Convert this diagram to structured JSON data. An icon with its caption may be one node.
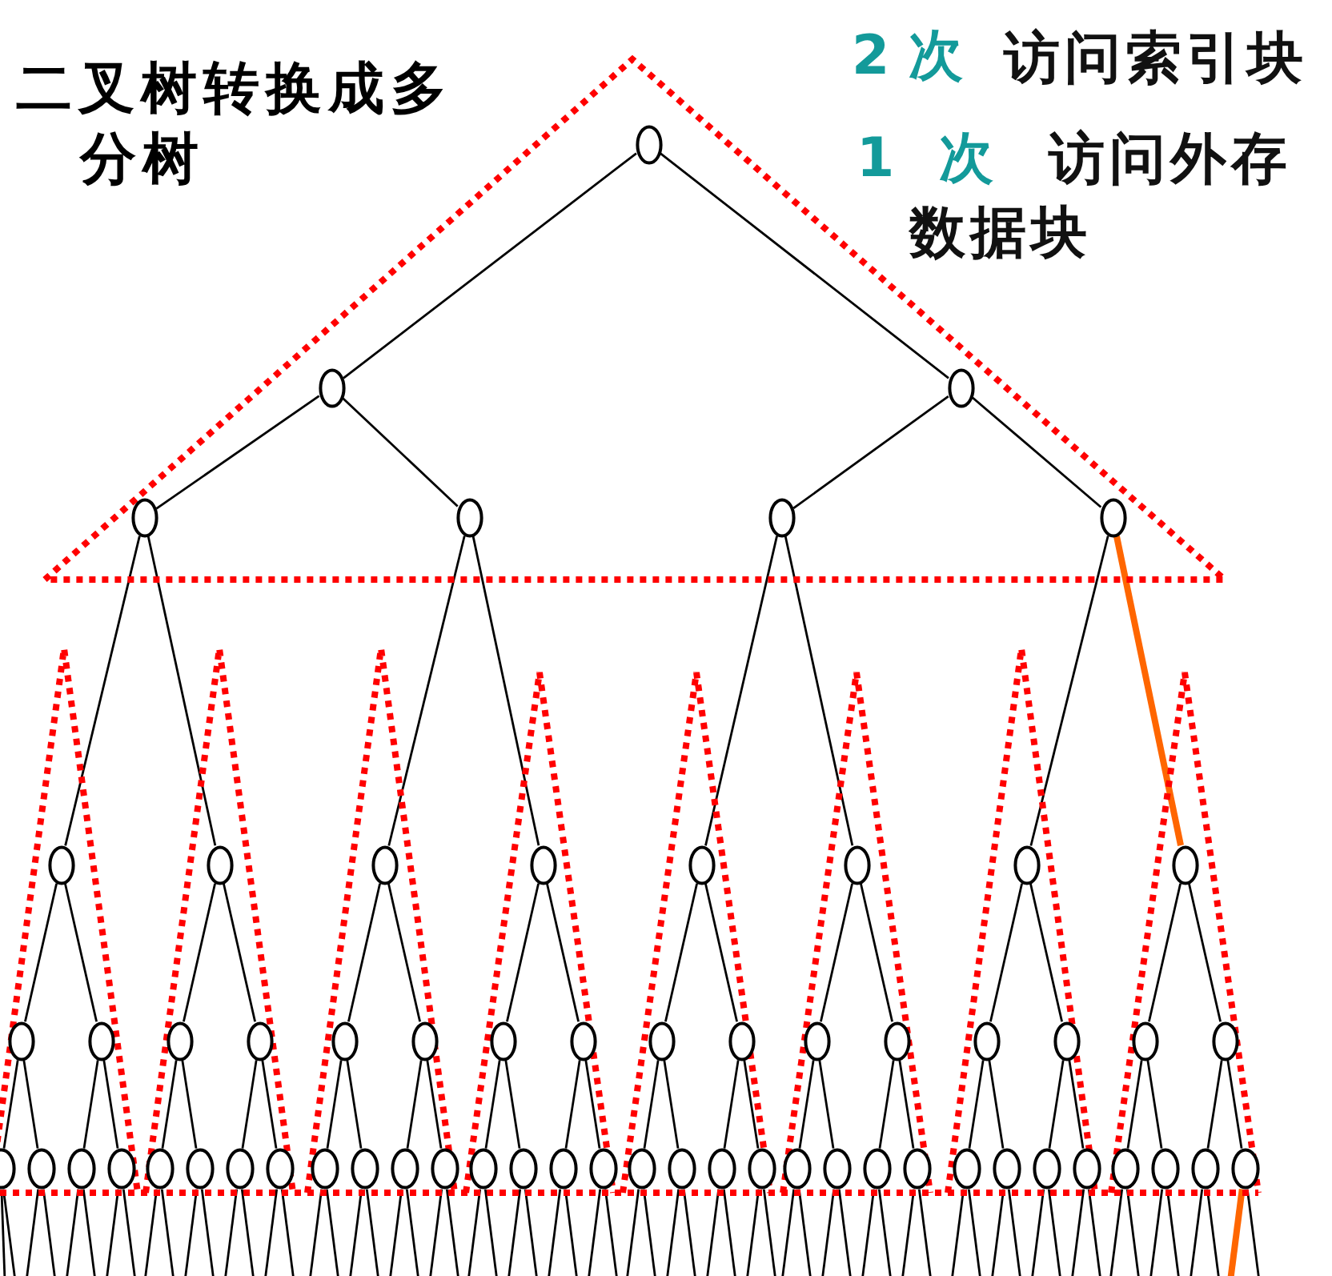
{
  "diagram": {
    "title": "二叉树转换成多分树",
    "nodes": [
      {
        "text": [],
        "shape": "circle"
      },
      {
        "text": [],
        "shape": "circle"
      },
      {
        "text": [],
        "shape": "circle"
      },
      {
        "text": [],
        "shape": "circle"
      },
      {
        "text": [],
        "shape": "circle"
      },
      {
        "text": [],
        "shape": "circle"
      },
      {
        "text": [],
        "shape": "circle"
      },
      {
        "text": [],
        "shape": "circle"
      },
      {
        "text": [],
        "shape": "circle"
      },
      {
        "text": [],
        "shape": "circle"
      },
      {
        "text": [],
        "shape": "circle"
      },
      {
        "text": [],
        "shape": "circle"
      },
      {
        "text": [],
        "shape": "circle"
      },
      {
        "text": [],
        "shape": "circle"
      },
      {
        "text": [],
        "shape": "circle"
      },
      {
        "text": [],
        "shape": "circle"
      },
      {
        "text": [],
        "shape": "circle"
      },
      {
        "text": [],
        "shape": "circle"
      },
      {
        "text": [],
        "shape": "circle"
      },
      {
        "text": [],
        "shape": "circle"
      },
      {
        "text": [],
        "shape": "circle"
      },
      {
        "text": [],
        "shape": "circle"
      },
      {
        "text": [],
        "shape": "circle"
      },
      {
        "text": [],
        "shape": "circle"
      },
      {
        "text": [],
        "shape": "circle"
      },
      {
        "text": [],
        "shape": "circle"
      },
      {
        "text": [],
        "shape": "circle"
      },
      {
        "text": [],
        "shape": "circle"
      },
      {
        "text": [],
        "shape": "circle"
      },
      {
        "text": [],
        "shape": "circle"
      },
      {
        "text": [],
        "shape": "circle"
      },
      {
        "text": [],
        "shape": "circle"
      },
      {
        "text": [],
        "shape": "circle"
      },
      {
        "text": [],
        "shape": "circle"
      },
      {
        "text": [],
        "shape": "circle"
      },
      {
        "text": [],
        "shape": "circle"
      },
      {
        "text": [],
        "shape": "circle"
      },
      {
        "text": [],
        "shape": "circle"
      },
      {
        "text": [],
        "shape": "circle"
      },
      {
        "text": [],
        "shape": "circle"
      },
      {
        "text": [],
        "shape": "circle"
      },
      {
        "text": [],
        "shape": "circle"
      },
      {
        "text": [],
        "shape": "circle"
      },
      {
        "text": [],
        "shape": "circle"
      },
      {
        "text": [],
        "shape": "circle"
      },
      {
        "text": [],
        "shape": "circle"
      },
      {
        "text": [],
        "shape": "circle"
      },
      {
        "text": [],
        "shape": "circle"
      },
      {
        "text": [],
        "shape": "circle"
      },
      {
        "text": [],
        "shape": "circle"
      },
      {
        "text": [],
        "shape": "circle"
      },
      {
        "text": [],
        "shape": "circle"
      },
      {
        "text": [],
        "shape": "circle"
      },
      {
        "text": [],
        "shape": "circle"
      },
      {
        "text": [],
        "shape": "circle"
      },
      {
        "text": [],
        "shape": "circle"
      },
      {
        "text": [],
        "shape": "circle"
      },
      {
        "text": [],
        "shape": "circle"
      },
      {
        "text": [],
        "shape": "circle"
      },
      {
        "text": [],
        "shape": "circle"
      },
      {
        "text": [],
        "shape": "circle"
      },
      {
        "text": [],
        "shape": "circle"
      },
      {
        "text": [],
        "shape": "circle"
      }
    ],
    "edges": [
      {
        "from": 0,
        "to": 1,
        "arrow": "none"
      },
      {
        "from": 0,
        "to": 2,
        "arrow": "none"
      },
      {
        "from": 1,
        "to": 3,
        "arrow": "none"
      },
      {
        "from": 1,
        "to": 4,
        "arrow": "none"
      },
      {
        "from": 2,
        "to": 5,
        "arrow": "none"
      },
      {
        "from": 2,
        "to": 6,
        "arrow": "none"
      },
      {
        "from": 3,
        "to": 7,
        "arrow": "none"
      },
      {
        "from": 3,
        "to": 8,
        "arrow": "none"
      },
      {
        "from": 4,
        "to": 9,
        "arrow": "none"
      },
      {
        "from": 4,
        "to": 10,
        "arrow": "none"
      },
      {
        "from": 5,
        "to": 11,
        "arrow": "none"
      },
      {
        "from": 5,
        "to": 12,
        "arrow": "none"
      },
      {
        "from": 6,
        "to": 13,
        "arrow": "none"
      },
      {
        "from": 6,
        "to": 14,
        "arrow": "none",
        "style": "thick",
        "color": "#ff6600"
      },
      {
        "from": 7,
        "to": 15,
        "arrow": "none"
      },
      {
        "from": 7,
        "to": 16,
        "arrow": "none"
      },
      {
        "from": 8,
        "to": 17,
        "arrow": "none"
      },
      {
        "from": 8,
        "to": 18,
        "arrow": "none"
      },
      {
        "from": 9,
        "to": 19,
        "arrow": "none"
      },
      {
        "from": 9,
        "to": 20,
        "arrow": "none"
      },
      {
        "from": 10,
        "to": 21,
        "arrow": "none"
      },
      {
        "from": 10,
        "to": 22,
        "arrow": "none"
      },
      {
        "from": 11,
        "to": 23,
        "arrow": "none"
      },
      {
        "from": 11,
        "to": 24,
        "arrow": "none"
      },
      {
        "from": 12,
        "to": 25,
        "arrow": "none"
      },
      {
        "from": 12,
        "to": 26,
        "arrow": "none"
      },
      {
        "from": 13,
        "to": 27,
        "arrow": "none"
      },
      {
        "from": 13,
        "to": 28,
        "arrow": "none"
      },
      {
        "from": 14,
        "to": 29,
        "arrow": "none"
      },
      {
        "from": 14,
        "to": 30,
        "arrow": "none"
      },
      {
        "from": 15,
        "to": 31,
        "arrow": "none"
      },
      {
        "from": 15,
        "to": 32,
        "arrow": "none"
      },
      {
        "from": 16,
        "to": 33,
        "arrow": "none"
      },
      {
        "from": 16,
        "to": 34,
        "arrow": "none"
      },
      {
        "from": 17,
        "to": 35,
        "arrow": "none"
      },
      {
        "from": 17,
        "to": 36,
        "arrow": "none"
      },
      {
        "from": 18,
        "to": 37,
        "arrow": "none"
      },
      {
        "from": 18,
        "to": 38,
        "arrow": "none"
      },
      {
        "from": 19,
        "to": 39,
        "arrow": "none"
      },
      {
        "from": 19,
        "to": 40,
        "arrow": "none"
      },
      {
        "from": 20,
        "to": 41,
        "arrow": "none"
      },
      {
        "from": 20,
        "to": 42,
        "arrow": "none"
      },
      {
        "from": 21,
        "to": 43,
        "arrow": "none"
      },
      {
        "from": 21,
        "to": 44,
        "arrow": "none"
      },
      {
        "from": 22,
        "to": 45,
        "arrow": "none"
      },
      {
        "from": 22,
        "to": 46,
        "arrow": "none"
      },
      {
        "from": 23,
        "to": 47,
        "arrow": "none"
      },
      {
        "from": 23,
        "to": 48,
        "arrow": "none"
      },
      {
        "from": 24,
        "to": 49,
        "arrow": "none"
      },
      {
        "from": 24,
        "to": 50,
        "arrow": "none"
      },
      {
        "from": 25,
        "to": 51,
        "arrow": "none"
      },
      {
        "from": 25,
        "to": 52,
        "arrow": "none"
      },
      {
        "from": 26,
        "to": 53,
        "arrow": "none"
      },
      {
        "from": 26,
        "to": 54,
        "arrow": "none"
      },
      {
        "from": 27,
        "to": 55,
        "arrow": "none"
      },
      {
        "from": 27,
        "to": 56,
        "arrow": "none"
      },
      {
        "from": 28,
        "to": 57,
        "arrow": "none"
      },
      {
        "from": 28,
        "to": 58,
        "arrow": "none"
      },
      {
        "from": 29,
        "to": 59,
        "arrow": "none"
      },
      {
        "from": 29,
        "to": 60,
        "arrow": "none"
      },
      {
        "from": 30,
        "to": 61,
        "arrow": "none"
      },
      {
        "from": 30,
        "to": 62,
        "arrow": "none"
      },
      {
        "from": 31,
        "to": null,
        "arrow": "none"
      },
      {
        "from": 31,
        "to": null,
        "arrow": "none"
      },
      {
        "from": 32,
        "to": null,
        "arrow": "none"
      },
      {
        "from": 32,
        "to": null,
        "arrow": "none"
      },
      {
        "from": 33,
        "to": null,
        "arrow": "none"
      },
      {
        "from": 33,
        "to": null,
        "arrow": "none"
      },
      {
        "from": 34,
        "to": null,
        "arrow": "none"
      },
      {
        "from": 34,
        "to": null,
        "arrow": "none"
      },
      {
        "from": 35,
        "to": null,
        "arrow": "none"
      },
      {
        "from": 35,
        "to": null,
        "arrow": "none"
      },
      {
        "from": 36,
        "to": null,
        "arrow": "none"
      },
      {
        "from": 36,
        "to": null,
        "arrow": "none"
      },
      {
        "from": 37,
        "to": null,
        "arrow": "none"
      },
      {
        "from": 37,
        "to": null,
        "arrow": "none"
      },
      {
        "from": 38,
        "to": null,
        "arrow": "none"
      },
      {
        "from": 38,
        "to": null,
        "arrow": "none"
      },
      {
        "from": 39,
        "to": null,
        "arrow": "none"
      },
      {
        "from": 39,
        "to": null,
        "arrow": "none"
      },
      {
        "from": 40,
        "to": null,
        "arrow": "none"
      },
      {
        "from": 40,
        "to": null,
        "arrow": "none"
      },
      {
        "from": 41,
        "to": null,
        "arrow": "none"
      },
      {
        "from": 41,
        "to": null,
        "arrow": "none"
      },
      {
        "from": 42,
        "to": null,
        "arrow": "none"
      },
      {
        "from": 42,
        "to": null,
        "arrow": "none"
      },
      {
        "from": 43,
        "to": null,
        "arrow": "none"
      },
      {
        "from": 43,
        "to": null,
        "arrow": "none"
      },
      {
        "from": 44,
        "to": null,
        "arrow": "none"
      },
      {
        "from": 44,
        "to": null,
        "arrow": "none"
      },
      {
        "from": 45,
        "to": null,
        "arrow": "none"
      },
      {
        "from": 45,
        "to": null,
        "arrow": "none"
      },
      {
        "from": 46,
        "to": null,
        "arrow": "none"
      },
      {
        "from": 46,
        "to": null,
        "arrow": "none"
      },
      {
        "from": 47,
        "to": null,
        "arrow": "none"
      },
      {
        "from": 47,
        "to": null,
        "arrow": "none"
      },
      {
        "from": 48,
        "to": null,
        "arrow": "none"
      },
      {
        "from": 48,
        "to": null,
        "arrow": "none"
      },
      {
        "from": 49,
        "to": null,
        "arrow": "none"
      },
      {
        "from": 49,
        "to": null,
        "arrow": "none"
      },
      {
        "from": 50,
        "to": null,
        "arrow": "none"
      },
      {
        "from": 50,
        "to": null,
        "arrow": "none"
      },
      {
        "from": 51,
        "to": null,
        "arrow": "none"
      },
      {
        "from": 51,
        "to": null,
        "arrow": "none"
      },
      {
        "from": 52,
        "to": null,
        "arrow": "none"
      },
      {
        "from": 52,
        "to": null,
        "arrow": "none"
      },
      {
        "from": 53,
        "to": null,
        "arrow": "none"
      },
      {
        "from": 53,
        "to": null,
        "arrow": "none"
      },
      {
        "from": 54,
        "to": null,
        "arrow": "none"
      },
      {
        "from": 54,
        "to": null,
        "arrow": "none"
      },
      {
        "from": 55,
        "to": null,
        "arrow": "none"
      },
      {
        "from": 55,
        "to": null,
        "arrow": "none"
      },
      {
        "from": 56,
        "to": null,
        "arrow": "none"
      },
      {
        "from": 56,
        "to": null,
        "arrow": "none"
      },
      {
        "from": 57,
        "to": null,
        "arrow": "none"
      },
      {
        "from": 57,
        "to": null,
        "arrow": "none"
      },
      {
        "from": 58,
        "to": null,
        "arrow": "none"
      },
      {
        "from": 58,
        "to": null,
        "arrow": "none"
      },
      {
        "from": 59,
        "to": null,
        "arrow": "none"
      },
      {
        "from": 59,
        "to": null,
        "arrow": "none"
      },
      {
        "from": 60,
        "to": null,
        "arrow": "none"
      },
      {
        "from": 60,
        "to": null,
        "arrow": "none"
      },
      {
        "from": 61,
        "to": null,
        "arrow": "none"
      },
      {
        "from": 61,
        "to": null,
        "arrow": "none"
      },
      {
        "from": 62,
        "to": null,
        "arrow": "none",
        "style": "thick",
        "color": "#ff6600"
      },
      {
        "from": 62,
        "to": null,
        "arrow": "none"
      }
    ],
    "labels": [
      "2 次",
      "访问索引块",
      "1 次",
      "访问外存数据块"
    ]
  }
}
